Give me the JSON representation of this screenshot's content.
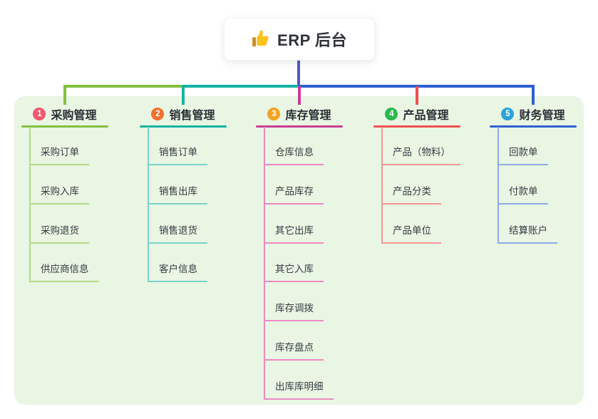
{
  "root": {
    "title": "ERP 后台",
    "icon": "thumbs-up-icon"
  },
  "branches": [
    {
      "badge": "1",
      "label": "采购管理",
      "badge_color": "#f3566e",
      "line_color": "#84bf41",
      "child_line_color": "#b4da85",
      "children": [
        "采购订单",
        "采购入库",
        "采购退货",
        "供应商信息"
      ]
    },
    {
      "badge": "2",
      "label": "销售管理",
      "badge_color": "#f2702f",
      "line_color": "#17b3a3",
      "child_line_color": "#7ad4c8",
      "children": [
        "销售订单",
        "销售出库",
        "销售退货",
        "客户信息"
      ]
    },
    {
      "badge": "3",
      "label": "库存管理",
      "badge_color": "#f0a325",
      "line_color": "#cb3c96",
      "child_line_color": "#ef8ac2",
      "children": [
        "仓库信息",
        "产品库存",
        "其它出库",
        "其它入库",
        "库存调拨",
        "库存盘点",
        "出库库明细"
      ]
    },
    {
      "badge": "4",
      "label": "产品管理",
      "badge_color": "#2db84f",
      "line_color": "#f04f4f",
      "child_line_color": "#f59693",
      "children": [
        "产品（物料）",
        "产品分类",
        "产品单位"
      ]
    },
    {
      "badge": "5",
      "label": "财务管理",
      "badge_color": "#2ba2d8",
      "line_color": "#2f5fd5",
      "child_line_color": "#8ea9e6",
      "children": [
        "回款单",
        "付款单",
        "结算账户"
      ]
    }
  ],
  "colors": {
    "canvas_bg": "#ffffff",
    "panel_bg": "#e8f6e3",
    "root_line": "#4d5acb",
    "header_text": "#2b2f36",
    "child_text": "#363b42"
  }
}
